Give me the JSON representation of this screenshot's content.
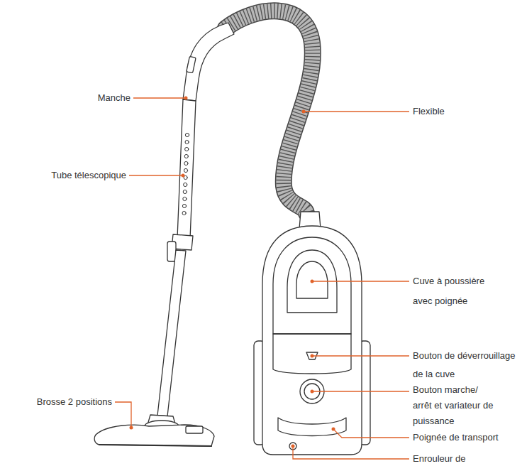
{
  "diagram": {
    "labels": [
      "Manche",
      "Flexible",
      "Tube télescopique",
      "Cuve à poussière avec poignée",
      "Bouton de déverrouillage de la cuve",
      "Bouton marche/ arrêt et variateur de puissance",
      "Poignée de transport",
      "Brosse 2 positions",
      "Enrouleur de"
    ]
  }
}
